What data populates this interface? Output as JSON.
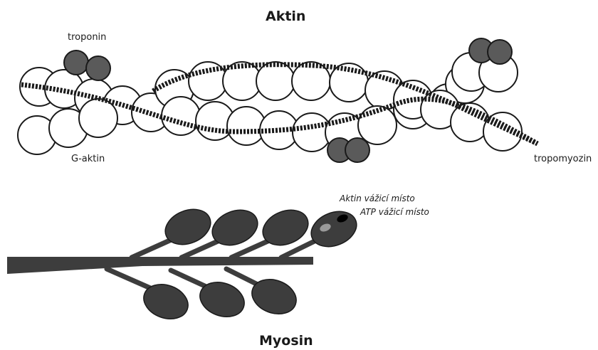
{
  "titles": {
    "actin": "Aktin",
    "myosin": "Myosin"
  },
  "labels": {
    "troponin": "troponin",
    "g_actin": "G-aktin",
    "tropomyosin": "tropomyozin",
    "actin_binding_site": "Aktin vážicí místo",
    "atp_binding_site": "ATP vážicí místo"
  },
  "colors": {
    "background": "#ffffff",
    "g_actin_fill": "#ffffff",
    "outline": "#1a1a1a",
    "troponin_fill": "#5a5a5a",
    "myosin_fill": "#3d3d3d",
    "atp_site": "#9a9a9a",
    "actin_site": "#000000"
  }
}
